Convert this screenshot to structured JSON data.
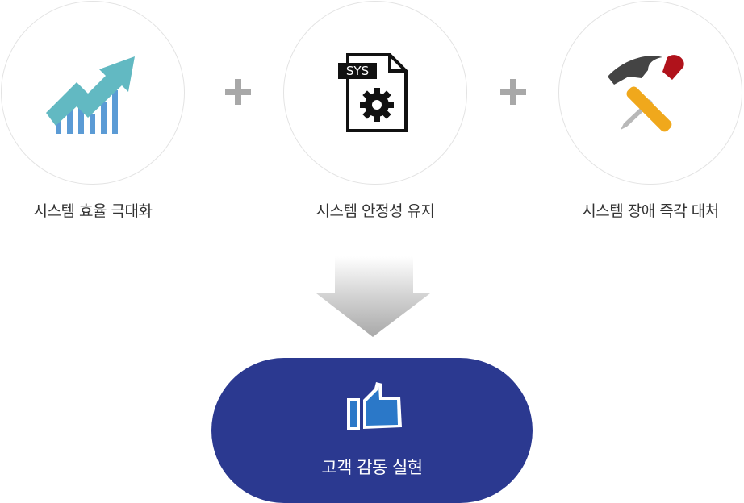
{
  "items": [
    {
      "label": "시스템 효율 극대화",
      "icon": "growth-chart-icon"
    },
    {
      "label": "시스템 안정성 유지",
      "icon": "system-file-gear-icon",
      "badge": "SYS"
    },
    {
      "label": "시스템 장애 즉각 대처",
      "icon": "hammer-screwdriver-icon"
    }
  ],
  "result": {
    "label": "고객 감동 실현",
    "icon": "thumbs-up-icon"
  },
  "colors": {
    "pill": "#2b3990",
    "plus": "#a8a8a8",
    "chart_arrow": "#62b9c2",
    "chart_bars": "#5b9bd5"
  }
}
